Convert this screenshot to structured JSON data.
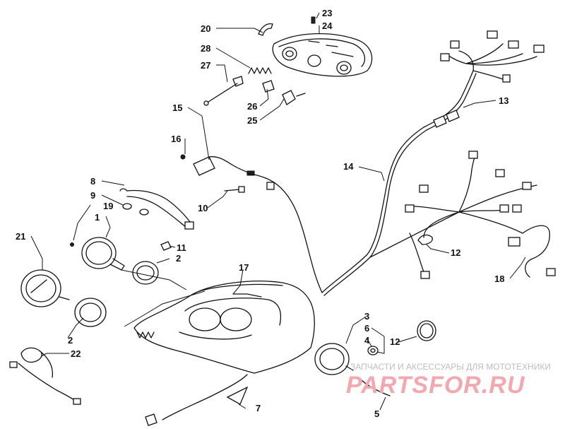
{
  "callouts": [
    {
      "id": "1",
      "label": "1"
    },
    {
      "id": "2a",
      "label": "2"
    },
    {
      "id": "2b",
      "label": "2"
    },
    {
      "id": "3",
      "label": "3"
    },
    {
      "id": "4",
      "label": "4"
    },
    {
      "id": "5",
      "label": "5"
    },
    {
      "id": "6",
      "label": "6"
    },
    {
      "id": "7",
      "label": "7"
    },
    {
      "id": "8",
      "label": "8"
    },
    {
      "id": "9",
      "label": "9"
    },
    {
      "id": "10",
      "label": "10"
    },
    {
      "id": "11",
      "label": "11"
    },
    {
      "id": "12a",
      "label": "12"
    },
    {
      "id": "12b",
      "label": "12"
    },
    {
      "id": "13",
      "label": "13"
    },
    {
      "id": "14",
      "label": "14"
    },
    {
      "id": "15",
      "label": "15"
    },
    {
      "id": "16",
      "label": "16"
    },
    {
      "id": "17",
      "label": "17"
    },
    {
      "id": "18",
      "label": "18"
    },
    {
      "id": "19",
      "label": "19"
    },
    {
      "id": "20",
      "label": "20"
    },
    {
      "id": "21",
      "label": "21"
    },
    {
      "id": "22",
      "label": "22"
    },
    {
      "id": "23",
      "label": "23"
    },
    {
      "id": "24",
      "label": "24"
    },
    {
      "id": "25",
      "label": "25"
    },
    {
      "id": "26",
      "label": "26"
    },
    {
      "id": "27",
      "label": "27"
    },
    {
      "id": "28",
      "label": "28"
    }
  ],
  "watermark": {
    "subtitle": "ЗАПЧАСТИ И АКСЕССУАРЫ ДЛЯ МОТОТЕХНИКИ",
    "brand": "PARTSFOR.RU"
  }
}
